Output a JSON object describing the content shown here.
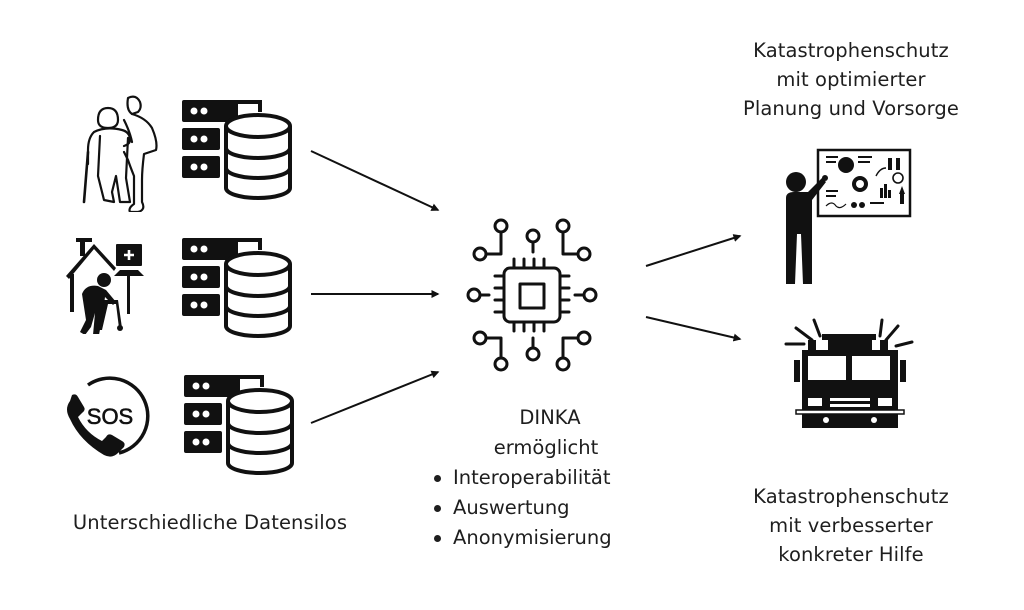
{
  "diagram": {
    "background_color": "#ffffff",
    "ink_color": "#111111",
    "sources": [
      {
        "id": "elderly-care",
        "icon": "elderly-assist-icon",
        "db_icon": "server-database-icon"
      },
      {
        "id": "home-care",
        "icon": "care-home-walker-icon",
        "db_icon": "server-database-icon"
      },
      {
        "id": "emergency-call",
        "icon": "sos-phone-icon",
        "db_icon": "server-database-icon",
        "icon_text": "SOS"
      }
    ],
    "sources_label": "Unterschiedliche Datensilos",
    "hub": {
      "icon": "ai-chip-icon",
      "title": "DINKA",
      "subtitle": "ermöglicht",
      "bullets": [
        "Interoperabilität",
        "Auswertung",
        "Anonymisierung"
      ]
    },
    "outcomes": [
      {
        "icon": "presenter-dashboard-icon",
        "lines": [
          "Katastrophenschutz",
          "mit optimierter",
          "Planung und Vorsorge"
        ]
      },
      {
        "icon": "fire-truck-icon",
        "lines": [
          "Katastrophenschutz",
          "mit verbesserter",
          "konkreter Hilfe"
        ]
      }
    ],
    "connections": [
      {
        "from": "elderly-care",
        "to": "hub"
      },
      {
        "from": "home-care",
        "to": "hub"
      },
      {
        "from": "emergency-call",
        "to": "hub"
      },
      {
        "from": "hub",
        "to": "outcome-planning"
      },
      {
        "from": "hub",
        "to": "outcome-help"
      }
    ]
  }
}
